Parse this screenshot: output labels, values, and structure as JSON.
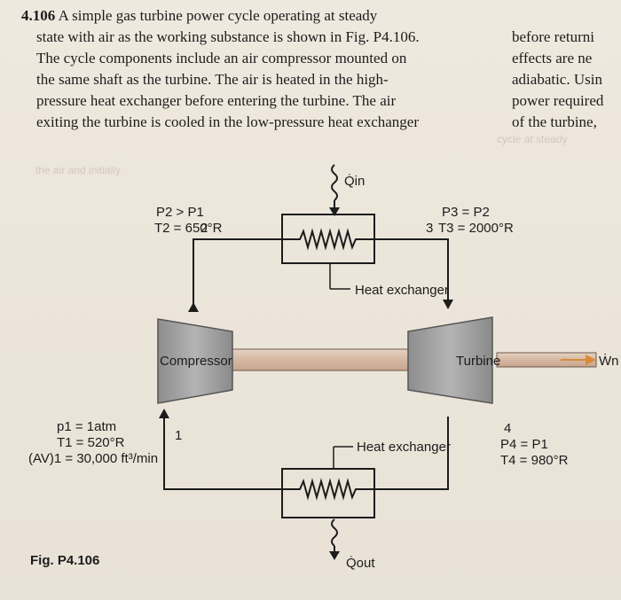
{
  "problem": {
    "number": "4.106",
    "lines": [
      "A simple gas turbine power cycle operating at steady",
      "state with air as the working substance is shown in Fig. P4.106.",
      "The cycle components include an air compressor mounted on",
      "the same shaft as the turbine. The air is heated in the high-",
      "pressure heat exchanger before entering the turbine. The air",
      "exiting the turbine is cooled in the low-pressure heat exchanger"
    ]
  },
  "right_column": [
    "before returni",
    "effects are ne",
    "adiabatic. Usin",
    "power required",
    "of the turbine,"
  ],
  "figure": {
    "caption": "Fig. P4.106",
    "q_in": "Q̇in",
    "q_out": "Q̇out",
    "w_net": "Ẇn",
    "heat_exchanger_top": "Heat exchanger",
    "heat_exchanger_bottom": "Heat exchanger",
    "compressor": "Compressor",
    "turbine": "Turbine",
    "state1": {
      "num": "1",
      "p": "p1 = 1atm",
      "t": "T1 = 520°R",
      "av": "(AV)1 = 30,000 ft³/min"
    },
    "state2": {
      "num": "2",
      "p": "P2 > P1",
      "t": "T2 = 650°R"
    },
    "state3": {
      "num": "3",
      "p": "P3 = P2",
      "t": "T3 = 2000°R"
    },
    "state4": {
      "num": "4",
      "p": "P4 = P1",
      "t": "T4 = 980°R"
    }
  }
}
